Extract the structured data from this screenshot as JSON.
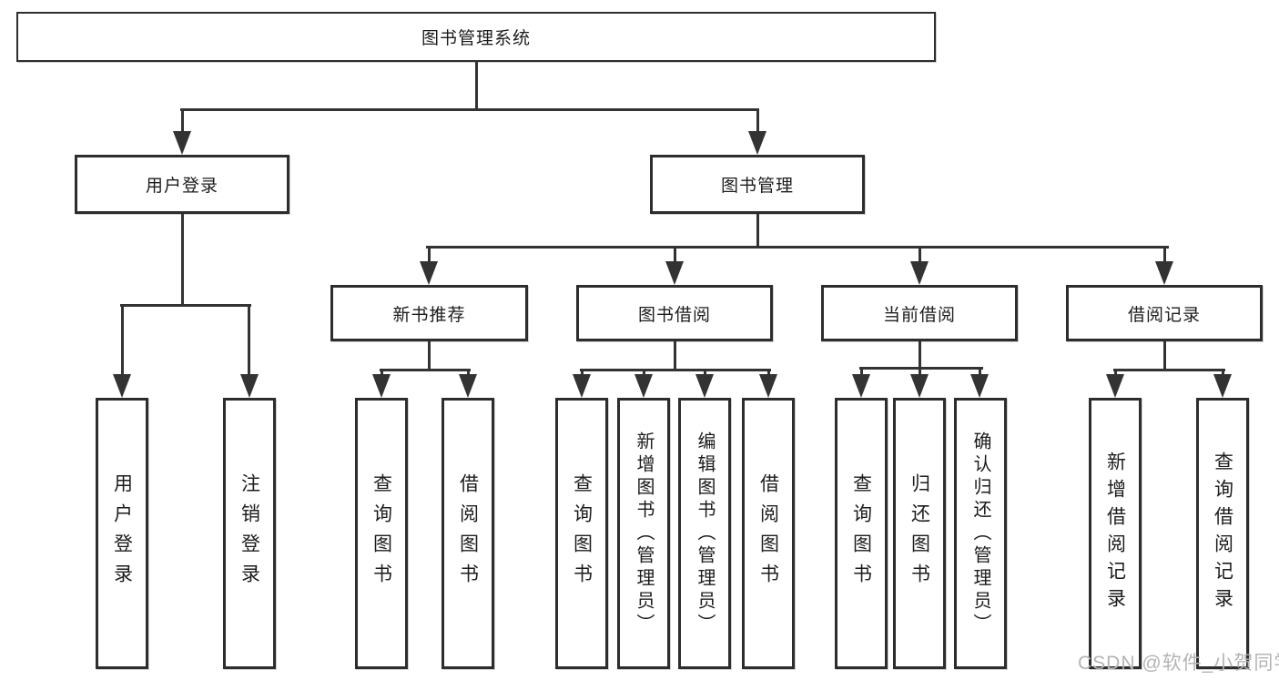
{
  "diagram": {
    "root": {
      "label": "图书管理系统"
    },
    "level2": {
      "user_login": {
        "label": "用户登录"
      },
      "book_management": {
        "label": "图书管理"
      }
    },
    "level3": {
      "new_book_recommend": {
        "label": "新书推荐"
      },
      "book_borrow": {
        "label": "图书借阅"
      },
      "current_borrow": {
        "label": "当前借阅"
      },
      "borrow_records": {
        "label": "借阅记录"
      }
    },
    "leaves": {
      "user_login": {
        "label": "用户登录"
      },
      "logout": {
        "label": "注销登录"
      },
      "rec_query_books": {
        "label": "查询图书"
      },
      "rec_borrow_books": {
        "label": "借阅图书"
      },
      "bb_query_books": {
        "label": "查询图书"
      },
      "bb_add_books": {
        "label": "新增图书（管理员）"
      },
      "bb_edit_books": {
        "label": "编辑图书（管理员）"
      },
      "bb_borrow_books": {
        "label": "借阅图书"
      },
      "cb_query_books": {
        "label": "查询图书"
      },
      "cb_return_books": {
        "label": "归还图书"
      },
      "cb_confirm_return": {
        "label": "确认归还（管理员）"
      },
      "br_add_record": {
        "label": "新增借阅记录"
      },
      "br_query_record": {
        "label": "查询借阅记录"
      }
    },
    "colors": {
      "line": "#333333",
      "box_border": "#2d2d2d",
      "text": "#1c1c1c",
      "watermark": "#b4b4b4"
    },
    "watermark": {
      "text": "CSDN @软件_小贺同学"
    }
  }
}
